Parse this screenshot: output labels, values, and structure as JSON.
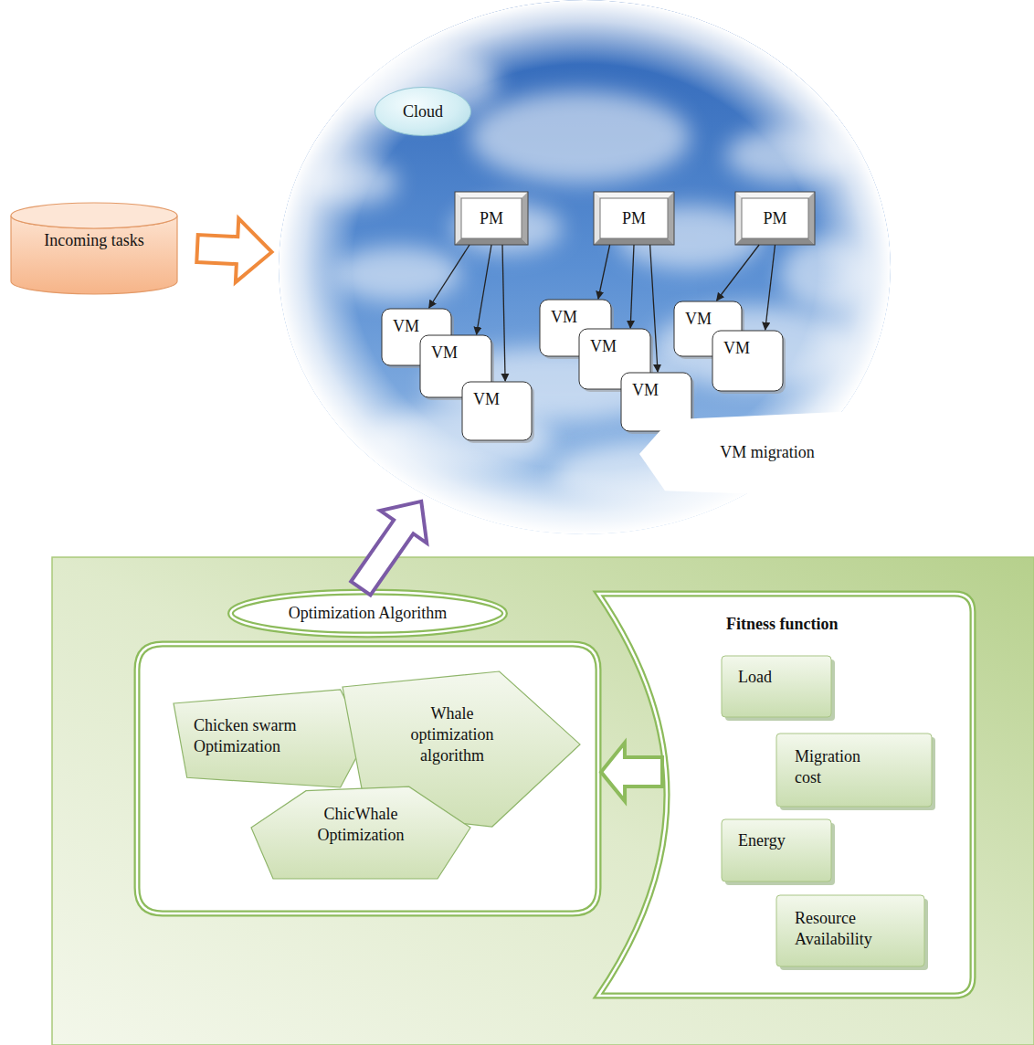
{
  "diagram": {
    "nodes": [
      {
        "text": [
          "Incoming tasks"
        ]
      },
      {
        "text": [
          "Cloud"
        ]
      },
      {
        "text": [
          "PM"
        ],
        "in": 1
      },
      {
        "text": [
          "PM"
        ],
        "in": 1
      },
      {
        "text": [
          "PM"
        ],
        "in": 1
      },
      {
        "text": [
          "VM"
        ],
        "in": 1
      },
      {
        "text": [
          "VM"
        ],
        "in": 1
      },
      {
        "text": [
          "VM"
        ],
        "in": 1
      },
      {
        "text": [
          "VM"
        ],
        "in": 1
      },
      {
        "text": [
          "VM"
        ],
        "in": 1
      },
      {
        "text": [
          "VM"
        ],
        "in": 1
      },
      {
        "text": [
          "VM"
        ],
        "in": 1
      },
      {
        "text": [
          "VM"
        ],
        "in": 1
      },
      {
        "text": [
          "VM migration"
        ],
        "in": 1
      },
      {
        "text": [
          "Optimization Algorithm"
        ]
      },
      {
        "text": [
          "Chicken swarm Optimization"
        ],
        "in": 14
      },
      {
        "text": [
          "Whale optimization algorithm"
        ],
        "in": 14
      },
      {
        "text": [
          "ChicWhale Optimization"
        ],
        "in": 14
      },
      {
        "text": [
          "Fitness function"
        ]
      },
      {
        "text": [
          "Load"
        ],
        "in": 18
      },
      {
        "text": [
          "Migration cost"
        ],
        "in": 18
      },
      {
        "text": [
          "Energy"
        ],
        "in": 18
      },
      {
        "text": [
          "Resource Availability"
        ],
        "in": 18
      }
    ],
    "edges": [
      {
        "from": 0,
        "to": 1,
        "arrow": "to"
      },
      {
        "from": 14,
        "to": 1,
        "arrow": "to"
      },
      {
        "from": 18,
        "to": 14,
        "arrow": "to"
      },
      {
        "from": 2,
        "to": 5,
        "arrow": "to"
      },
      {
        "from": 2,
        "to": 6,
        "arrow": "to"
      },
      {
        "from": 2,
        "to": 7,
        "arrow": "to"
      },
      {
        "from": 3,
        "to": 8,
        "arrow": "to"
      },
      {
        "from": 3,
        "to": 9,
        "arrow": "to"
      },
      {
        "from": 3,
        "to": 10,
        "arrow": "to"
      },
      {
        "from": 4,
        "to": 11,
        "arrow": "to"
      },
      {
        "from": 4,
        "to": 12,
        "arrow": "to"
      }
    ]
  }
}
